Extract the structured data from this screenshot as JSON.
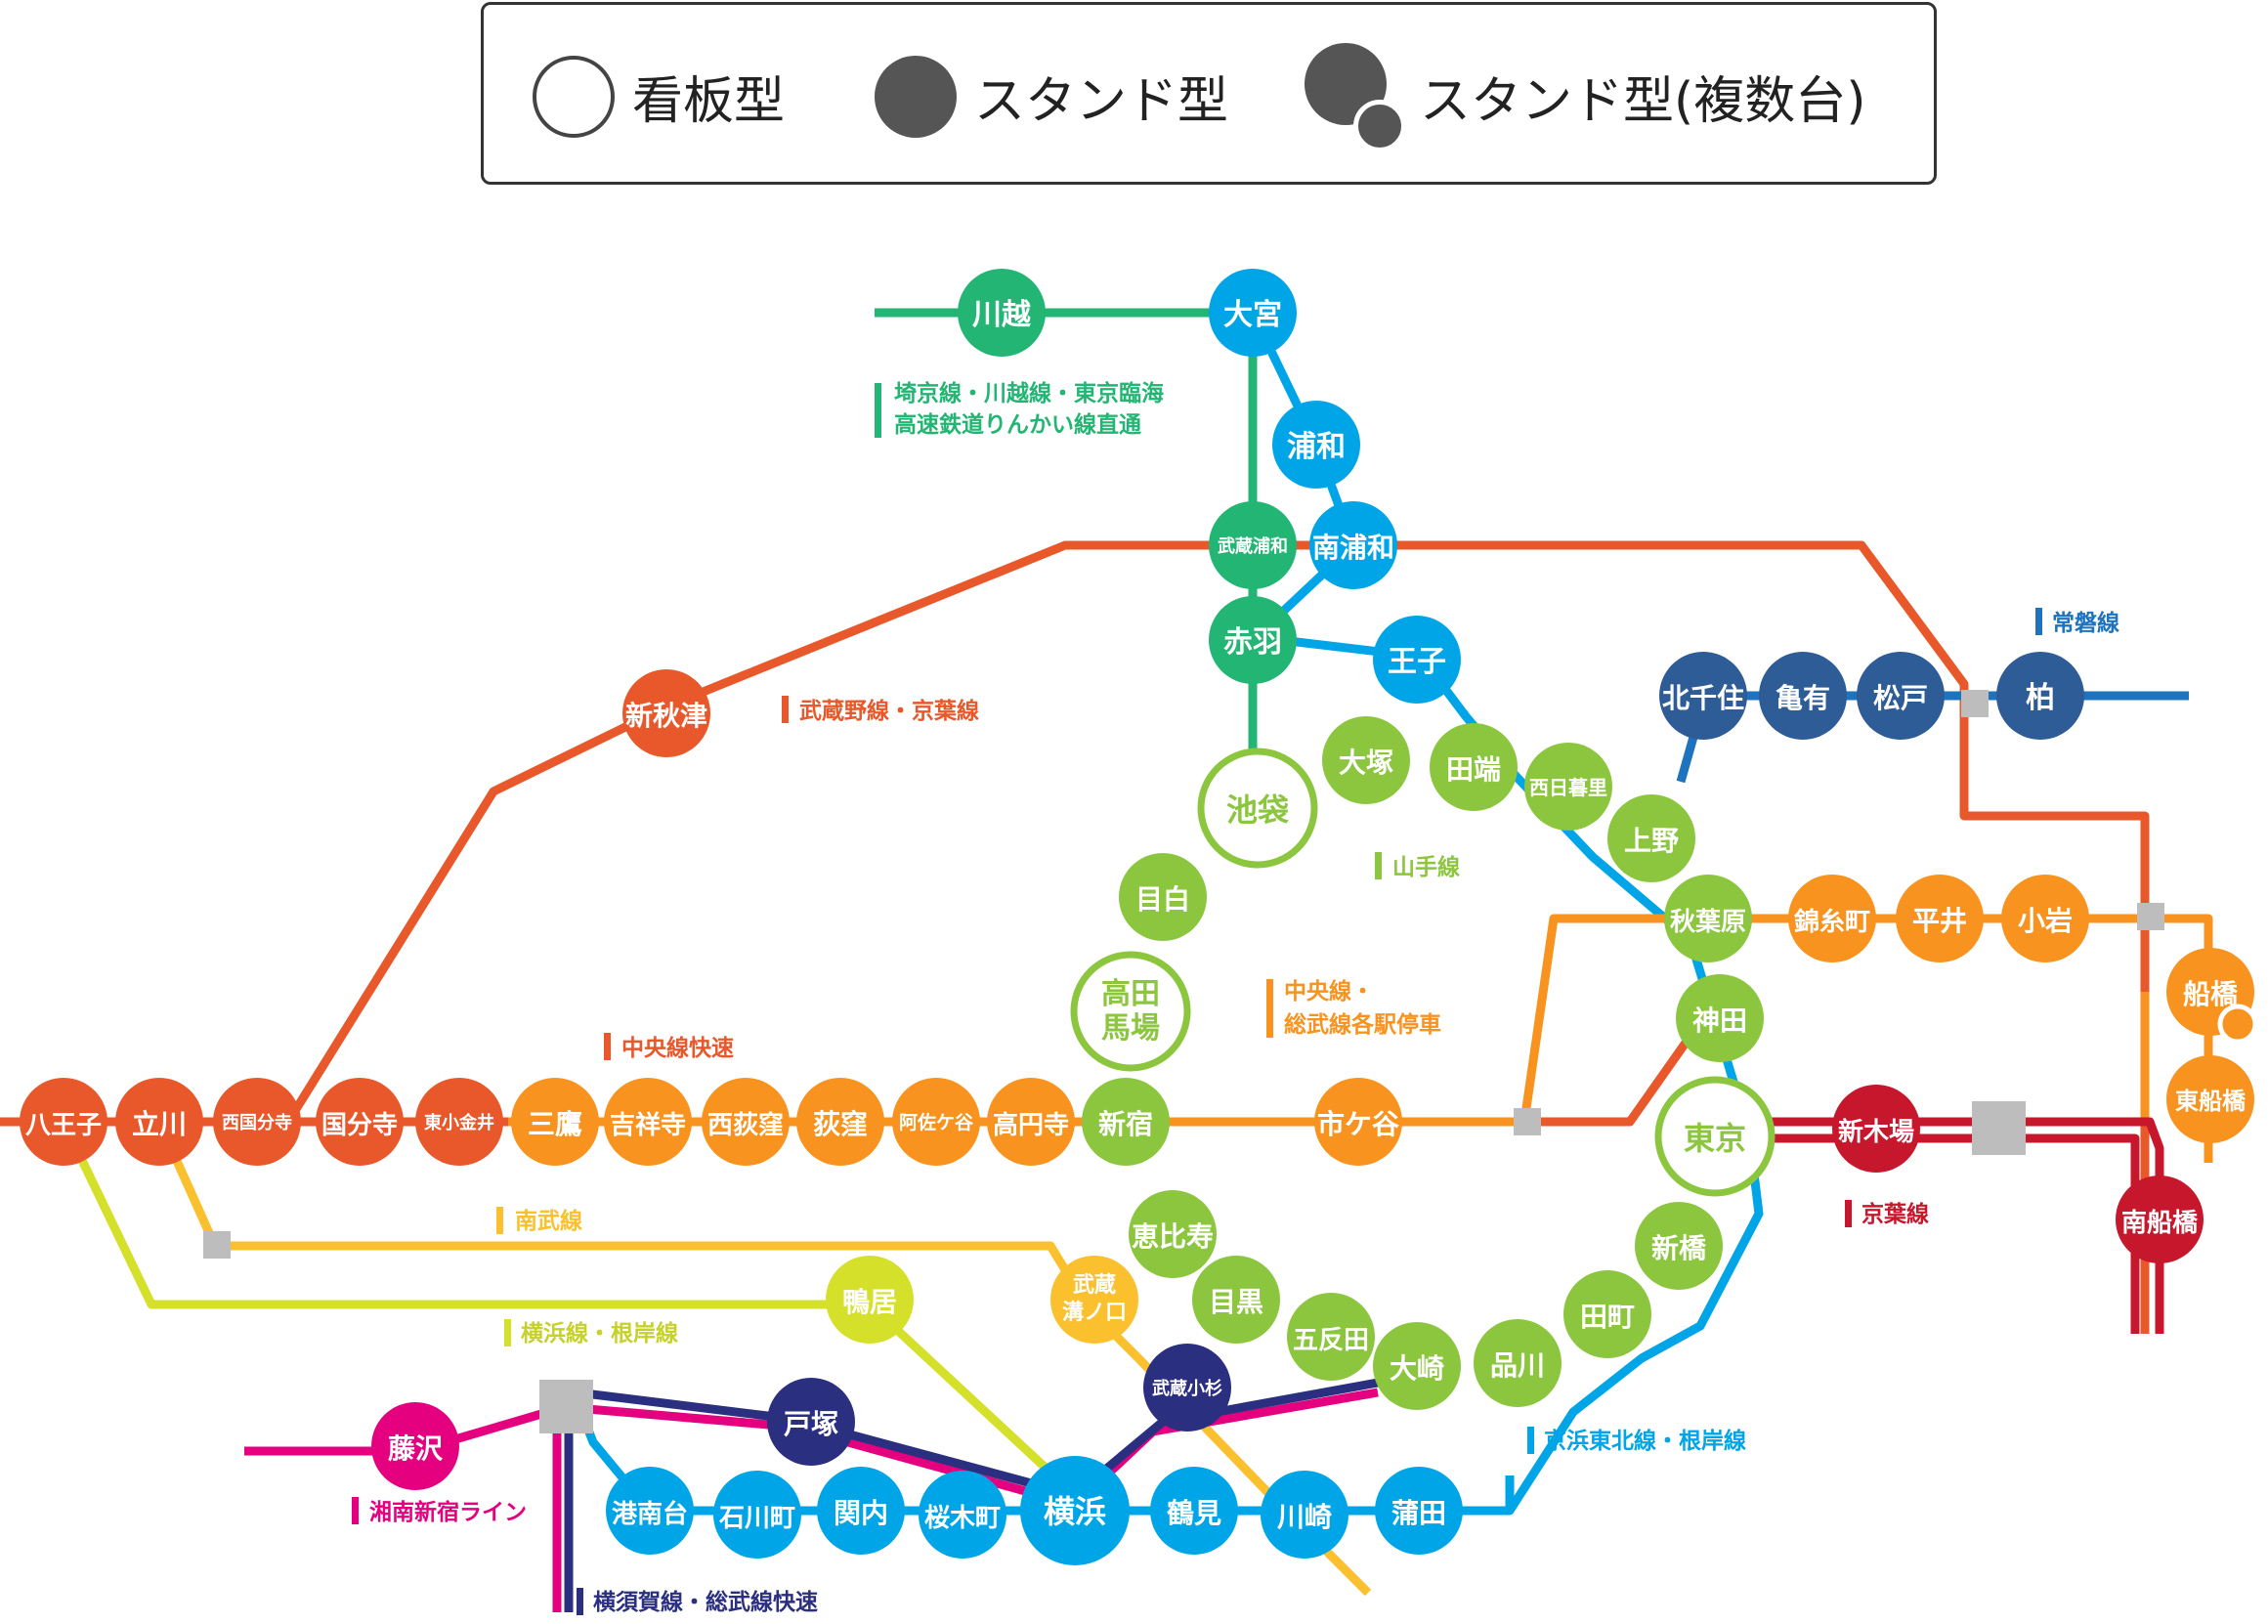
{
  "legend": {
    "signboard": "看板型",
    "stand": "スタンド型",
    "stand_multi": "スタンド型(複数台)"
  },
  "colors": {
    "saikyo": "#23b573",
    "keihin": "#00a5e8",
    "musashino": "#e8582b",
    "joban": "#1e73be",
    "joban_station": "#2e5c96",
    "yamanote": "#8cc63f",
    "sobu_local": "#f7931e",
    "chuo_rapid_a": "#e8582b",
    "chuo_rapid_b": "#f7931e",
    "nambu": "#fbc02d",
    "yokohama": "#d4e02a",
    "shonan": "#e4007f",
    "yokosuka": "#2b2f80",
    "keiyo": "#c7172c",
    "junction": "#bdbdbd"
  },
  "line_labels": {
    "saikyo_1": "埼京線・川越線・東京臨海",
    "saikyo_2": "高速鉄道りんかい線直通",
    "musashino": "武蔵野線・京葉線",
    "joban": "常磐線",
    "yamanote": "山手線",
    "sobu_1": "中央線・",
    "sobu_2": "総武線各駅停車",
    "chuo": "中央線快速",
    "nambu": "南武線",
    "yokohama": "横浜線・根岸線",
    "keiyo": "京葉線",
    "keihin": "京浜東北線・根岸線",
    "shonan": "湘南新宿ライン",
    "yokosuka": "横須賀線・総武線快速"
  },
  "stations": {
    "kawagoe": "川越",
    "omiya": "大宮",
    "urawa": "浦和",
    "musashi_urawa": "武蔵浦和",
    "minami_urawa": "南浦和",
    "akabane": "赤羽",
    "oji": "王子",
    "shin_akitsu": "新秋津",
    "kita_senju": "北千住",
    "kameari": "亀有",
    "matsudo": "松戸",
    "kashiwa": "柏",
    "ikebukuro": "池袋",
    "otsuka": "大塚",
    "tabata": "田端",
    "nishi_nippori": "西日暮里",
    "ueno": "上野",
    "mejiro": "目白",
    "akihabara": "秋葉原",
    "kinshicho": "錦糸町",
    "hirai": "平井",
    "koiwa": "小岩",
    "funabashi": "船橋",
    "takadanobaba_1": "高田",
    "takadanobaba_2": "馬場",
    "kanda": "神田",
    "higashi_funabashi": "東船橋",
    "hachioji": "八王子",
    "tachikawa": "立川",
    "nishi_kokubunji": "西国分寺",
    "kokubunji": "国分寺",
    "higashi_koganei": "東小金井",
    "mitaka": "三鷹",
    "kichijoji": "吉祥寺",
    "nishi_ogikubo": "西荻窪",
    "ogikubo": "荻窪",
    "asagaya": "阿佐ケ谷",
    "koenji": "高円寺",
    "shinjuku": "新宿",
    "ichigaya": "市ケ谷",
    "tokyo": "東京",
    "shin_kiba": "新木場",
    "minami_funabashi": "南船橋",
    "ebisu": "恵比寿",
    "kamoi": "鴨居",
    "musashi_mizonokuchi_1": "武蔵",
    "musashi_mizonokuchi_2": "溝ノ口",
    "shimbashi": "新橋",
    "meguro": "目黒",
    "gotanda": "五反田",
    "tamachi": "田町",
    "osaki": "大崎",
    "shinagawa": "品川",
    "musashi_kosugi": "武蔵小杉",
    "totsuka": "戸塚",
    "fujisawa": "藤沢",
    "konandai": "港南台",
    "ishikawacho": "石川町",
    "kannai": "関内",
    "sakuragicho": "桜木町",
    "yokohama": "横浜",
    "tsurumi": "鶴見",
    "kawasaki": "川崎",
    "kamata": "蒲田"
  }
}
